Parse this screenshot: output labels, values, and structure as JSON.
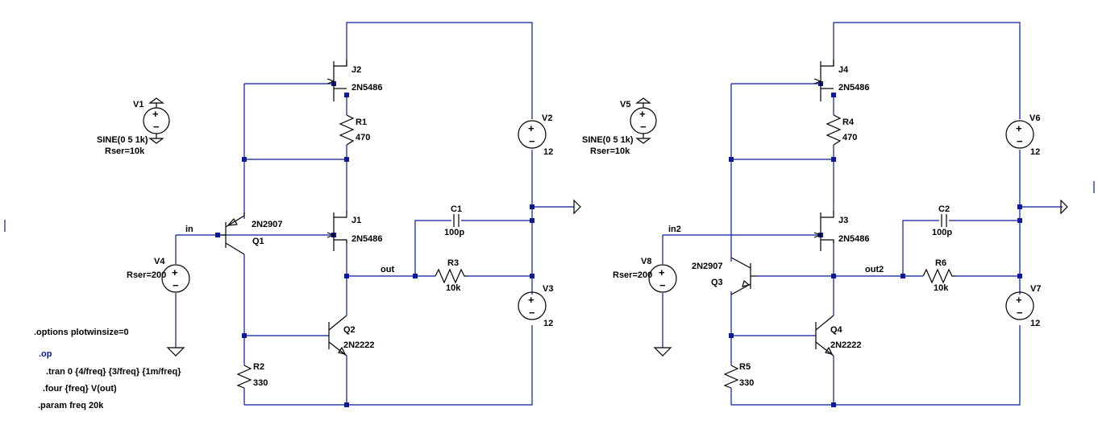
{
  "circuit_left": {
    "J2": {
      "name": "J2",
      "model": "2N5486"
    },
    "R1": {
      "name": "R1",
      "value": "470"
    },
    "V1": {
      "name": "V1",
      "spec": "SINE(0 5 1k)",
      "rser": "Rser=10k"
    },
    "V2": {
      "name": "V2",
      "value": "12"
    },
    "J1": {
      "name": "J1",
      "model": "2N5486"
    },
    "Q1": {
      "name": "Q1",
      "model": "2N2907"
    },
    "C1": {
      "name": "C1",
      "value": "100p"
    },
    "R3": {
      "name": "R3",
      "value": "10k"
    },
    "V3": {
      "name": "V3",
      "value": "12"
    },
    "V4": {
      "name": "V4",
      "rser": "Rser=200"
    },
    "Q2": {
      "name": "Q2",
      "model": "2N2222"
    },
    "R2": {
      "name": "R2",
      "value": "330"
    },
    "net_in": "in",
    "net_out": "out"
  },
  "circuit_right": {
    "J4": {
      "name": "J4",
      "model": "2N5486"
    },
    "R4": {
      "name": "R4",
      "value": "470"
    },
    "V5": {
      "name": "V5",
      "spec": "SINE(0 5 1k)",
      "rser": "Rser=10k"
    },
    "V6": {
      "name": "V6",
      "value": "12"
    },
    "J3": {
      "name": "J3",
      "model": "2N5486"
    },
    "Q3": {
      "name": "Q3",
      "model": "2N2907"
    },
    "C2": {
      "name": "C2",
      "value": "100p"
    },
    "R6": {
      "name": "R6",
      "value": "10k"
    },
    "V7": {
      "name": "V7",
      "value": "12"
    },
    "V8": {
      "name": "V8",
      "rser": "Rser=200"
    },
    "Q4": {
      "name": "Q4",
      "model": "2N2222"
    },
    "R5": {
      "name": "R5",
      "value": "330"
    },
    "net_in": "in2",
    "net_out": "out2"
  },
  "directives": {
    "options": ".options plotwinsize=0",
    "op": ".op",
    "tran": ".tran 0 {4/freq} {3/freq} {1m/freq}",
    "four": ".four {freq} V(out)",
    "param": ".param freq 20k"
  },
  "colors": {
    "wire": "#0b1b9c",
    "component": "#000000",
    "directive_active": "#0b1b9c"
  }
}
